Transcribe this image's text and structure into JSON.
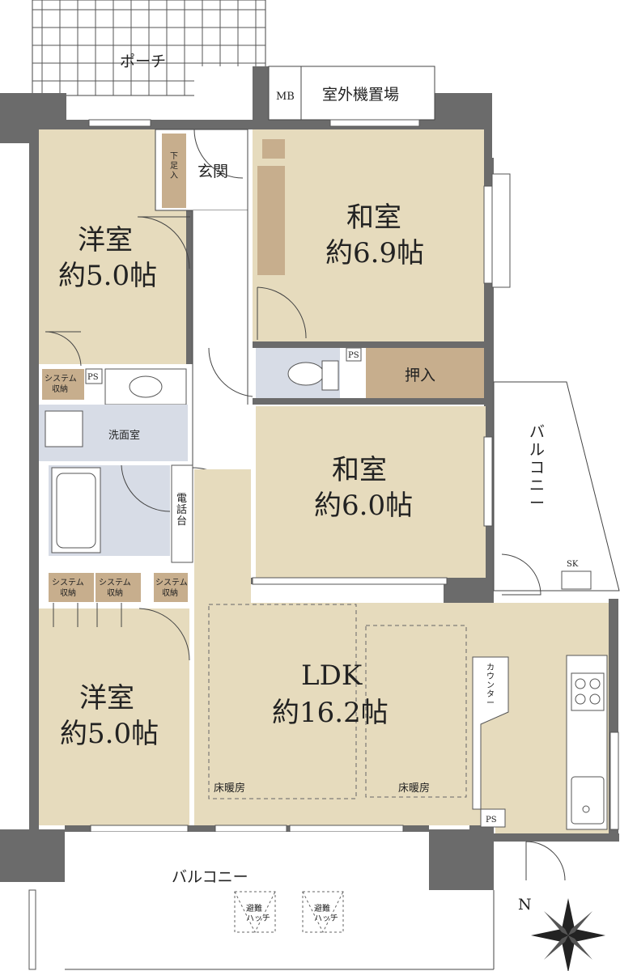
{
  "plan": {
    "porch": "ポーチ",
    "mb": "MB",
    "outdoor_unit": "室外機置場",
    "entrance": "玄関",
    "shoe_storage": "下足入",
    "western_room_1": {
      "name": "洋室",
      "size": "約5.0帖"
    },
    "japanese_room_1": {
      "name": "和室",
      "size": "約6.9帖"
    },
    "system_storage_1": "システム収納",
    "ps_1": "PS",
    "washroom": "洗面室",
    "ps_2": "PS",
    "oshiire": "押入",
    "japanese_room_2": {
      "name": "和室",
      "size": "約6.0帖"
    },
    "phone_stand": "電話台",
    "balcony_side": "バルコニー",
    "sk": "SK",
    "system_storage_2": "システム収納",
    "system_storage_3": "システム収納",
    "system_storage_4": "システム収納",
    "ldk": {
      "name": "LDK",
      "size": "約16.2帖"
    },
    "counter": "カウンター",
    "western_room_2": {
      "name": "洋室",
      "size": "約5.0帖"
    },
    "floor_heating_1": "床暖房",
    "floor_heating_2": "床暖房",
    "ps_3": "PS",
    "balcony_south": "バルコニー",
    "evac_hatch_1": "避難ハッチ",
    "evac_hatch_2": "避難ハッチ",
    "compass": "N"
  },
  "colors": {
    "wall": "#6b6b6b",
    "floor": "#e6dbbd",
    "closet": "#c7ae8d",
    "wet_area": "#d7dce6"
  }
}
